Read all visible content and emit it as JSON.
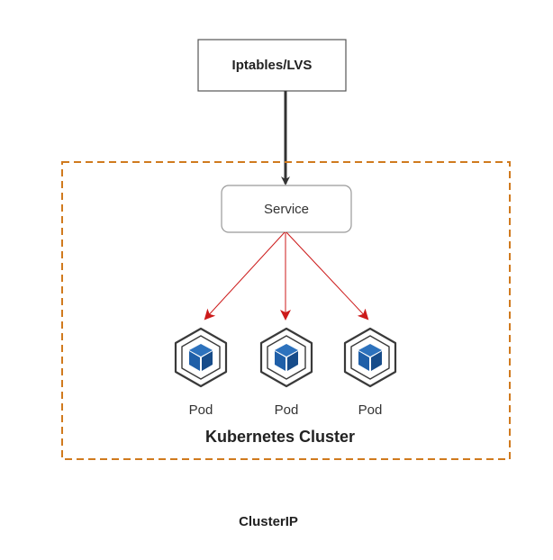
{
  "diagram": {
    "lb_label": "Iptables/LVS",
    "service_label": "Service",
    "pods": [
      {
        "label": "Pod"
      },
      {
        "label": "Pod"
      },
      {
        "label": "Pod"
      }
    ],
    "cluster_label": "Kubernetes Cluster",
    "caption": "ClusterIP"
  },
  "colors": {
    "cluster_border": "#d07a1e",
    "pod_arrow": "#d42020",
    "main_arrow": "#333333",
    "pod_cube": "#1f5fa8",
    "box_border": "#555555",
    "service_border": "#999999"
  },
  "icons": {
    "pod": "kubernetes-pod-hexagon-cube-icon"
  }
}
